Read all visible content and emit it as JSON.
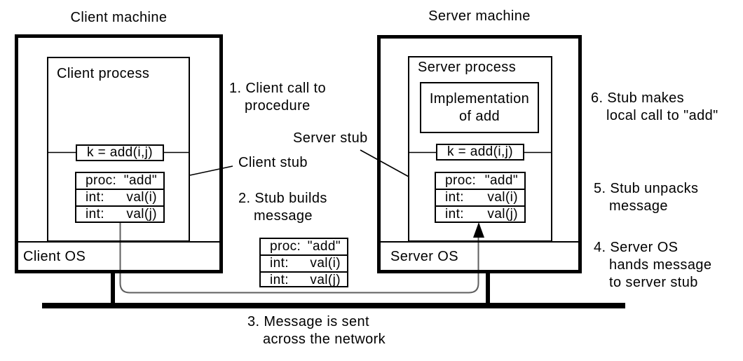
{
  "titles": {
    "client": "Client machine",
    "server": "Server machine"
  },
  "client": {
    "process_label": "Client process",
    "os_label": "Client OS",
    "call_expr": "k = add(i,j)"
  },
  "server": {
    "process_label": "Server process",
    "implementation_line1": "Implementation",
    "implementation_line2": "of add",
    "os_label": "Server OS",
    "call_expr": "k = add(i,j)"
  },
  "stub_labels": {
    "client": "Client stub",
    "server": "Server stub"
  },
  "message": {
    "rows": [
      {
        "k": "proc:",
        "v": "\"add\""
      },
      {
        "k": "int:",
        "v": "val(i)"
      },
      {
        "k": "int:",
        "v": "val(j)"
      }
    ]
  },
  "steps": [
    {
      "lines": [
        "1. Client call to",
        "procedure"
      ]
    },
    {
      "lines": [
        "2. Stub builds",
        "message"
      ]
    },
    {
      "lines": [
        "3. Message is sent",
        "across the network"
      ]
    },
    {
      "lines": [
        "4. Server OS",
        "hands message",
        "to server stub"
      ]
    },
    {
      "lines": [
        "5. Stub unpacks",
        "message"
      ]
    },
    {
      "lines": [
        "6. Stub makes",
        "local call to \"add\""
      ]
    }
  ],
  "colors": {
    "line": "#000000",
    "arrow_shaft": "#5f5f5f",
    "background": "#ffffff"
  }
}
